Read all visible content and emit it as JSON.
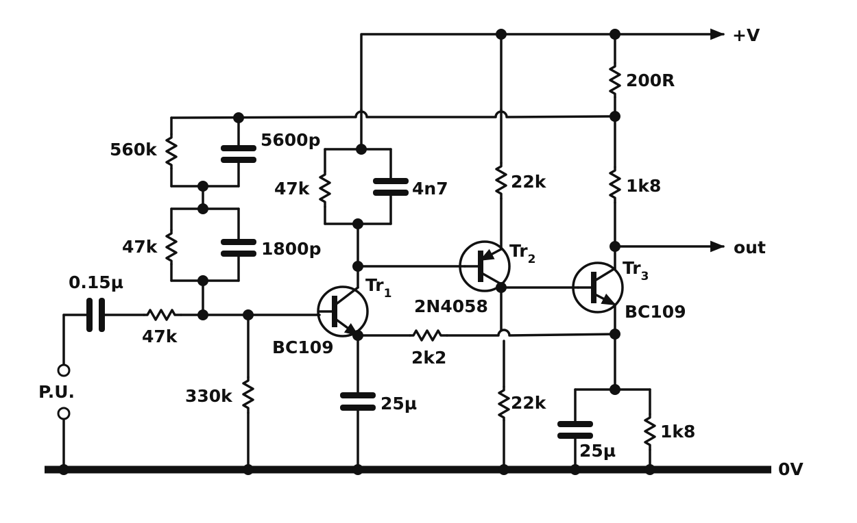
{
  "labels": {
    "supply": "+V",
    "ground": "0V",
    "output": "out",
    "pickup": "P.U.",
    "tr1": "Tr",
    "tr1_sub": "1",
    "tr1_type": "BC109",
    "tr2": "Tr",
    "tr2_sub": "2",
    "tr2_type": "2N4058",
    "tr3": "Tr",
    "tr3_sub": "3",
    "tr3_type": "BC109"
  },
  "components": {
    "c_input": "0.15µ",
    "r_input": "47k",
    "r_bias": "330k",
    "r_fb_upper": "560k",
    "c_fb_upper": "5600p",
    "r_fb_lower": "47k",
    "c_fb_lower": "1800p",
    "r_tr1_collector": "47k",
    "c_tr1_collector": "4n7",
    "c_tr1_emitter": "25µ",
    "r_feedback": "2k2",
    "r_tr2_top": "22k",
    "r_tr2_bottom": "22k",
    "r_supply": "200R",
    "r_tr3_collector": "1k8",
    "c_tr3_emitter": "25µ",
    "r_tr3_emitter": "1k8"
  }
}
